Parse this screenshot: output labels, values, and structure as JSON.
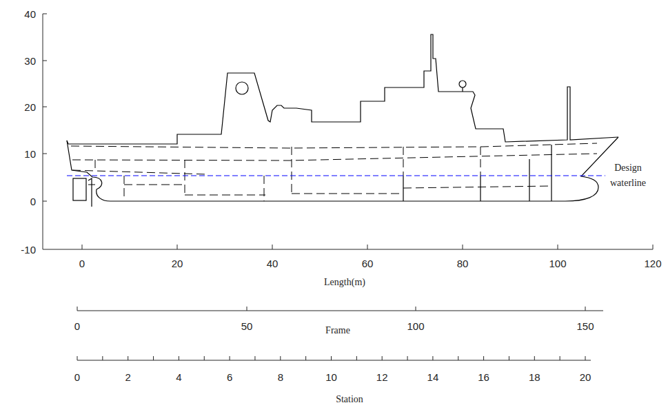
{
  "diagram": {
    "labels": [
      "40",
      "30",
      "20",
      "10",
      "0",
      "-10",
      "0",
      "20",
      "40",
      "60",
      "80",
      "100",
      "120",
      "Length(m)",
      "Design waterline",
      "0",
      "50",
      "100",
      "150",
      "Frame",
      "0",
      "2",
      "4",
      "6",
      "8",
      "10",
      "12",
      "14",
      "16",
      "18",
      "20",
      "Station"
    ]
  }
}
